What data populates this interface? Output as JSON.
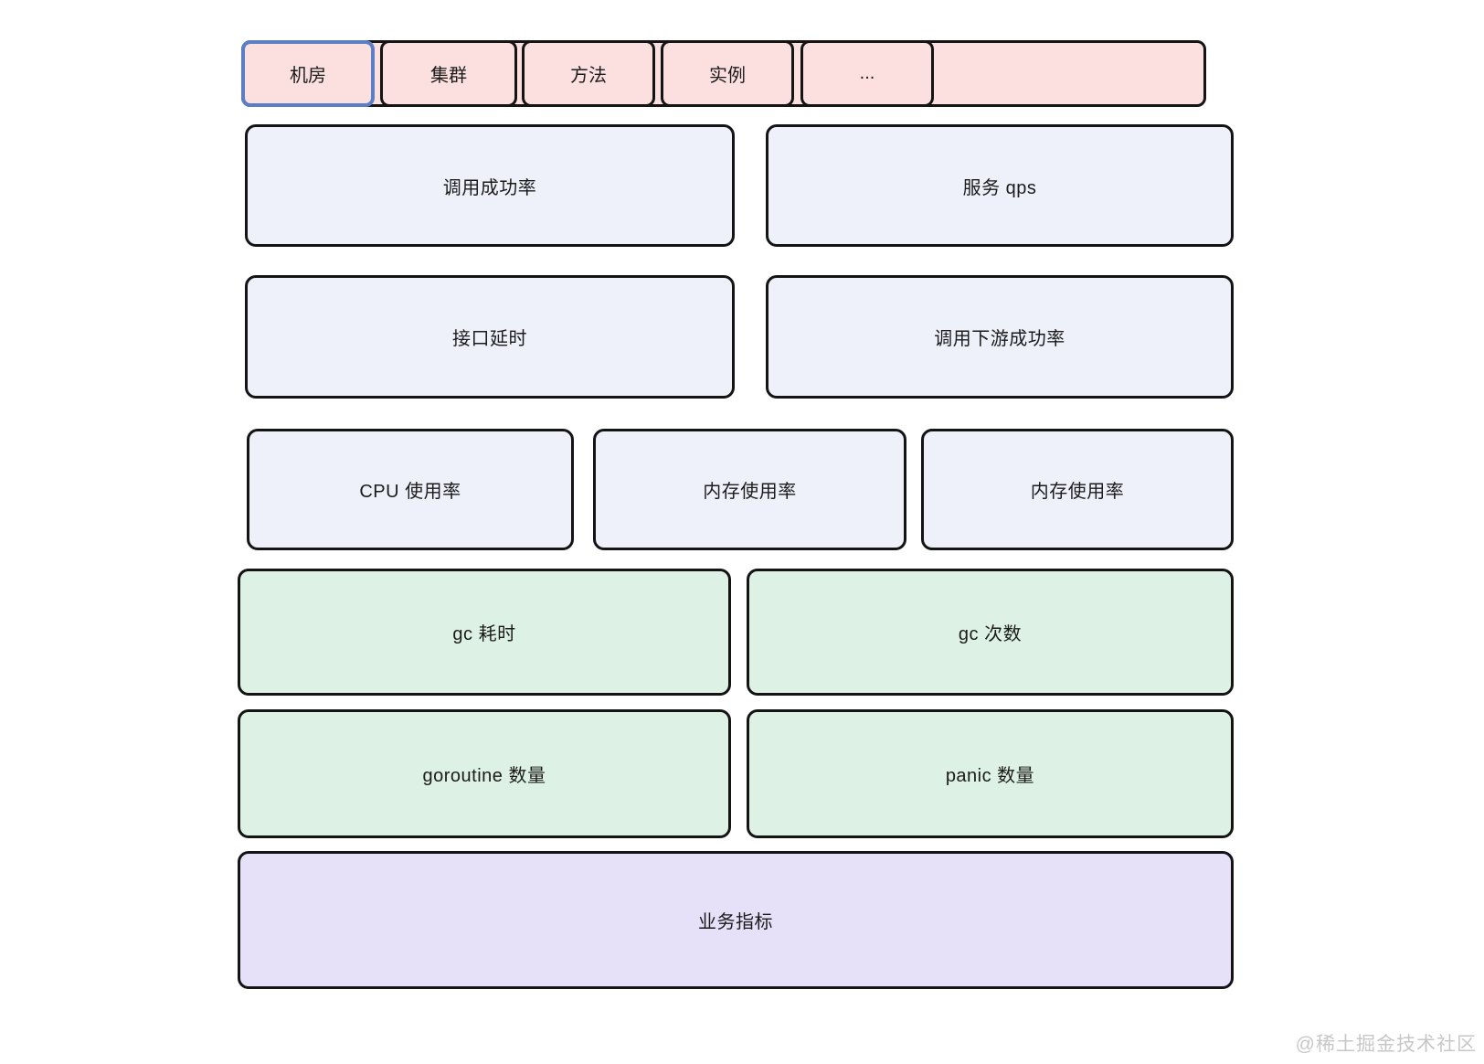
{
  "tabs": {
    "items": [
      {
        "label": "机房",
        "selected": true
      },
      {
        "label": "集群",
        "selected": false
      },
      {
        "label": "方法",
        "selected": false
      },
      {
        "label": "实例",
        "selected": false
      },
      {
        "label": "...",
        "selected": false
      }
    ]
  },
  "panels": {
    "call_success_rate": {
      "label": "调用成功率"
    },
    "service_qps": {
      "label": "服务 qps"
    },
    "interface_latency": {
      "label": "接口延时"
    },
    "downstream_success_rate": {
      "label": "调用下游成功率"
    },
    "cpu_usage": {
      "label": "CPU 使用率"
    },
    "memory_usage_1": {
      "label": "内存使用率"
    },
    "memory_usage_2": {
      "label": "内存使用率"
    },
    "gc_time": {
      "label": "gc 耗时"
    },
    "gc_count": {
      "label": "gc 次数"
    },
    "goroutine_count": {
      "label": "goroutine 数量"
    },
    "panic_count": {
      "label": "panic 数量"
    },
    "business_metrics": {
      "label": "业务指标"
    }
  },
  "colors": {
    "tab_fill": "#fce0df",
    "tab_selected_border": "#5b7ec5",
    "metric_fill": "#eef1fa",
    "runtime_fill": "#ddf2e4",
    "business_fill": "#e6e0f8",
    "outline": "#141414"
  },
  "watermark": {
    "text": "@稀土掘金技术社区"
  }
}
